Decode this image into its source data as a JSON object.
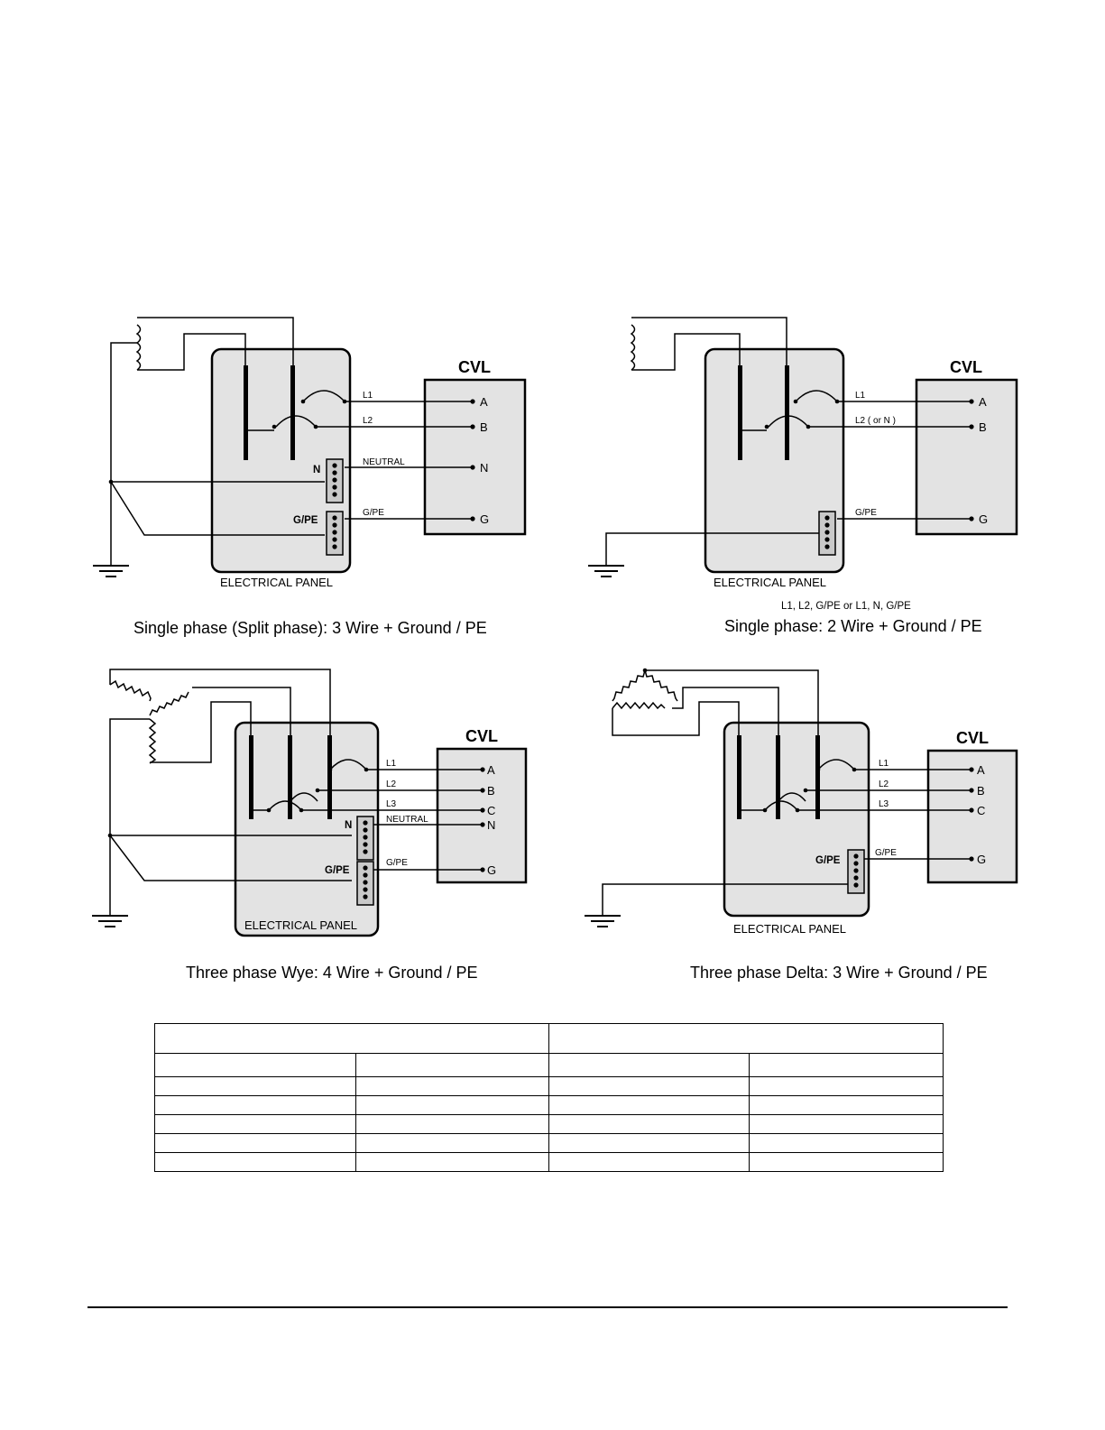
{
  "diagrams": [
    {
      "device": "CVL",
      "panel_label": "ELECTRICAL PANEL",
      "caption": "Single phase (Split phase): 3 Wire + Ground / PE",
      "wire_labels": [
        "L1",
        "L2",
        "NEUTRAL",
        "G/PE"
      ],
      "terminals": [
        "A",
        "B",
        "N",
        "G"
      ],
      "bus_labels": [
        "N",
        "G/PE"
      ]
    },
    {
      "device": "CVL",
      "panel_label": "ELECTRICAL PANEL",
      "caption": "Single phase: 2 Wire + Ground / PE",
      "note": "L1, L2, G/PE  or  L1, N, G/PE",
      "wire_labels": [
        "L1",
        "L2 ( or N )",
        "G/PE"
      ],
      "terminals": [
        "A",
        "B",
        "G"
      ]
    },
    {
      "device": "CVL",
      "panel_label": "ELECTRICAL PANEL",
      "caption": "Three phase Wye: 4 Wire + Ground / PE",
      "wire_labels": [
        "L1",
        "L2",
        "L3",
        "NEUTRAL",
        "G/PE"
      ],
      "terminals": [
        "A",
        "B",
        "C",
        "N",
        "G"
      ],
      "bus_labels": [
        "N",
        "G/PE"
      ]
    },
    {
      "device": "CVL",
      "panel_label": "ELECTRICAL PANEL",
      "caption": "Three phase Delta: 3 Wire + Ground / PE",
      "wire_labels": [
        "L1",
        "L2",
        "L3",
        "G/PE"
      ],
      "terminals": [
        "A",
        "B",
        "C",
        "G"
      ],
      "bus_labels": [
        "G/PE"
      ]
    }
  ],
  "table": {
    "rows": [
      [
        "",
        ""
      ],
      [
        "",
        "",
        "",
        ""
      ],
      [
        "",
        "",
        "",
        ""
      ],
      [
        "",
        "",
        "",
        ""
      ],
      [
        "",
        "",
        "",
        ""
      ],
      [
        "",
        "",
        "",
        ""
      ],
      [
        "",
        "",
        "",
        ""
      ]
    ]
  }
}
